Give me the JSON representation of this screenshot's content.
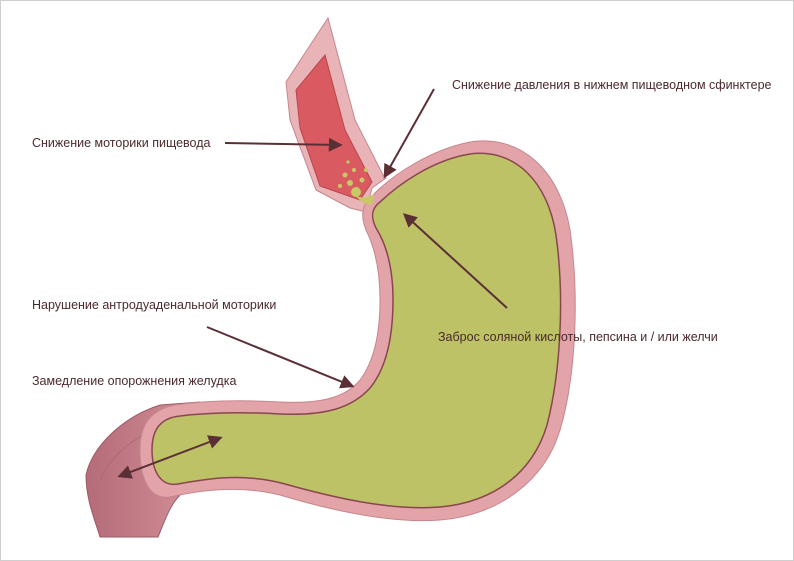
{
  "labels": {
    "lower_sphincter": "Снижение давления в нижнем пищеводном сфинктере",
    "esophageal_motility": "Снижение моторики пищевода",
    "antroduodenal_motility": "Нарушение антродуаденальной моторики",
    "reflux": "Заброс соляной кислоты, пепсина и / или желчи",
    "gastric_emptying": "Замедление опорожнения желудка"
  },
  "colors": {
    "stomach_wall": "#e3a4a9",
    "stomach_interior": "#bcc265",
    "esophagus_lumen": "#d95a60",
    "duodenum": "#c47d87",
    "arrow": "#5b2f36",
    "text": "#4a2a2e"
  },
  "icons": {
    "reflux_splash": "splash-droplets"
  }
}
